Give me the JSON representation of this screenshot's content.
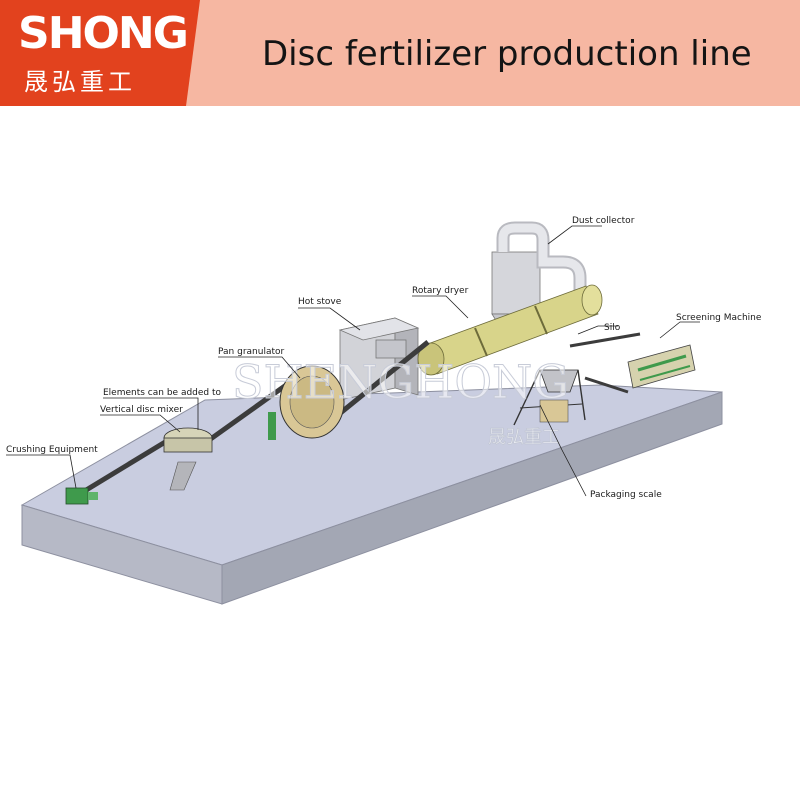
{
  "header": {
    "brand_name": "SHONG",
    "brand_sub": "晟弘重工",
    "title": "Disc fertilizer production line"
  },
  "watermark": {
    "text": "SHENGHONG",
    "sub": "晟弘重工"
  },
  "labels": {
    "dust_collector": "Dust collector",
    "rotary_dryer": "Rotary dryer",
    "hot_stove": "Hot stove",
    "silo": "Silo",
    "screening_machine": "Screening Machine",
    "pan_granulator": "Pan granulator",
    "elements_added": "Elements can be added to",
    "vertical_disc_mixer": "Vertical disc mixer",
    "crushing_equipment": "Crushing Equipment",
    "packaging_scale": "Packaging scale"
  },
  "colors": {
    "brand_red": "#e2421e",
    "header_band": "#f6b7a2",
    "platform_top": "#c9cde0",
    "platform_side": "#a3a7b4",
    "dryer": "#d8d48a",
    "equipment_gray": "#d2d3d8",
    "machine_green": "#3f9a4c"
  }
}
